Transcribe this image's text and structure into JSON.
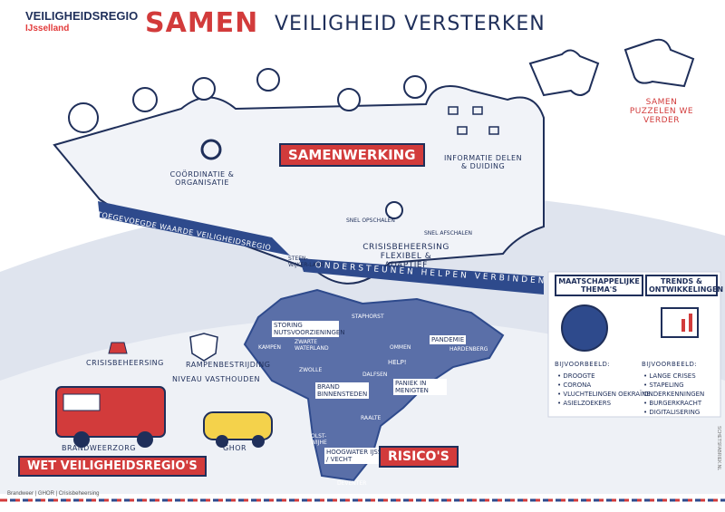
{
  "header": {
    "logo_name": "VEILIGHEIDSREGIO",
    "logo_sub": "IJsselland",
    "title_strong": "SAMEN",
    "title_rest": "VEILIGHEID VERSTERKEN"
  },
  "puzzle": {
    "tagline_line1": "SAMEN",
    "tagline_line2": "PUZZELEN WE VERDER",
    "samenwerking": "SAMENWERKING",
    "coordinatie_line1": "COÖRDINATIE &",
    "coordinatie_line2": "ORGANISATIE",
    "informatie_line1": "INFORMATIE DELEN",
    "informatie_line2": "& DUIDING",
    "crisis_line1": "CRISISBEHEERSING",
    "crisis_line2": "FLEXIBEL &",
    "crisis_line3": "ADAPTIEF",
    "snel_afschalen": "SNEL AFSCHALEN",
    "snel_opschalen": "SNEL OPSCHALEN",
    "ribbon_left": "TOEGEVOEGDE WAARDE VEILIGHEIDSREGIO",
    "ribbon_right": "ONDERSTEUNEN HELPEN VERBINDEN"
  },
  "map": {
    "places": [
      "STEEN-WIJKER-LAND",
      "STAPHORST",
      "KAMPEN",
      "ZWARTE WATERLAND",
      "ZWOLLE",
      "DALFSEN",
      "OMMEN",
      "HARDENBERG",
      "RAALTE",
      "OLST-WIJHE",
      "DEVENTER"
    ],
    "risks": {
      "storing": "STORING NUTSVOORZIENINGEN",
      "pandemie": "PANDEMIE",
      "brand": "BRAND BINNENSTEDEN",
      "paniek": "PANIEK IN MENIGTEN",
      "help": "HELP!",
      "hoogwater": "HOOGWATER IJSSEL / VECHT"
    },
    "risicos": "RISICO'S"
  },
  "left": {
    "crisisbeheersing": "CRISISBEHEERSING",
    "rampenbestrijding": "RAMPENBESTRIJDING",
    "niveau": "NIVEAU VASTHOUDEN",
    "brandweerzorg": "BRANDWEERZORG",
    "ghor": "GHOR",
    "wet": "WET VEILIGHEIDSREGIO'S"
  },
  "right": {
    "maatschappelijke_title": "MAATSCHAPPELIJKE THEMA'S",
    "maatschappelijke_sub": "BIJVOORBEELD:",
    "maatschappelijke_items": [
      "DROOGTE",
      "CORONA",
      "VLUCHTELINGEN OEKRAÏNE",
      "ASIELZOEKERS"
    ],
    "trends_title": "TRENDS & ONTWIKKELINGEN",
    "trends_sub": "BIJVOORBEELD:",
    "trends_items": [
      "LANGE CRISES",
      "STAPELING ONDERKENNINGEN",
      "BURGERKRACHT",
      "DIGITALISERING"
    ]
  },
  "footer": {
    "text": "Brandweer | GHOR | Crisisbeheersing",
    "credit": "SCHETSFABRIEK.NL"
  },
  "colors": {
    "navy": "#1f2f5a",
    "red": "#d23b3b",
    "map_blue": "#5a6fa8",
    "ribbon_blue": "#2e4a8c",
    "bg_grey": "#dfe4ee"
  }
}
